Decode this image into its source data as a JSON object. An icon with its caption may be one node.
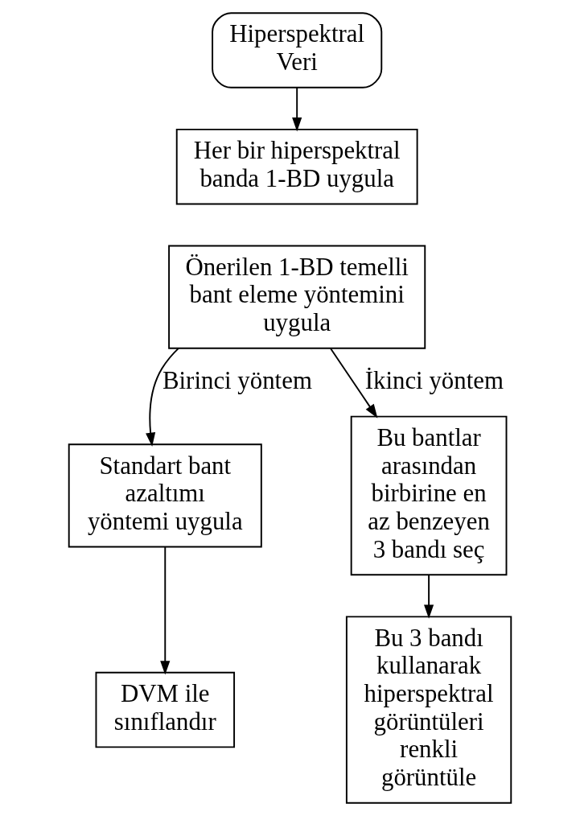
{
  "diagram": {
    "nodes": [
      {
        "text": [
          "Hiperspektral Veri"
        ]
      },
      {
        "text": [
          "Her bir hiperspektral banda 1-BD uygula"
        ]
      },
      {
        "text": [
          "Önerilen 1-BD temelli bant eleme yöntemini uygula"
        ]
      },
      {
        "text": [
          "Standart bant azaltımı yöntemi uygula"
        ]
      },
      {
        "text": [
          "Bu bantlar arasından birbirine en az benzeyen 3 bandı seç"
        ]
      },
      {
        "text": [
          "DVM ile sınıflandır"
        ]
      },
      {
        "text": [
          "Bu 3 bandı kullanarak hiperspektral görüntüleri renkli görüntüle"
        ]
      }
    ],
    "edges": [
      {
        "from": 0,
        "to": 1,
        "arrow": "to"
      },
      {
        "from": 2,
        "to": 3,
        "arrow": "to",
        "label": "Birinci yöntem"
      },
      {
        "from": 2,
        "to": 4,
        "arrow": "to",
        "label": "İkinci yöntem"
      },
      {
        "from": 3,
        "to": 5,
        "arrow": "to"
      },
      {
        "from": 4,
        "to": 6,
        "arrow": "to"
      }
    ]
  }
}
